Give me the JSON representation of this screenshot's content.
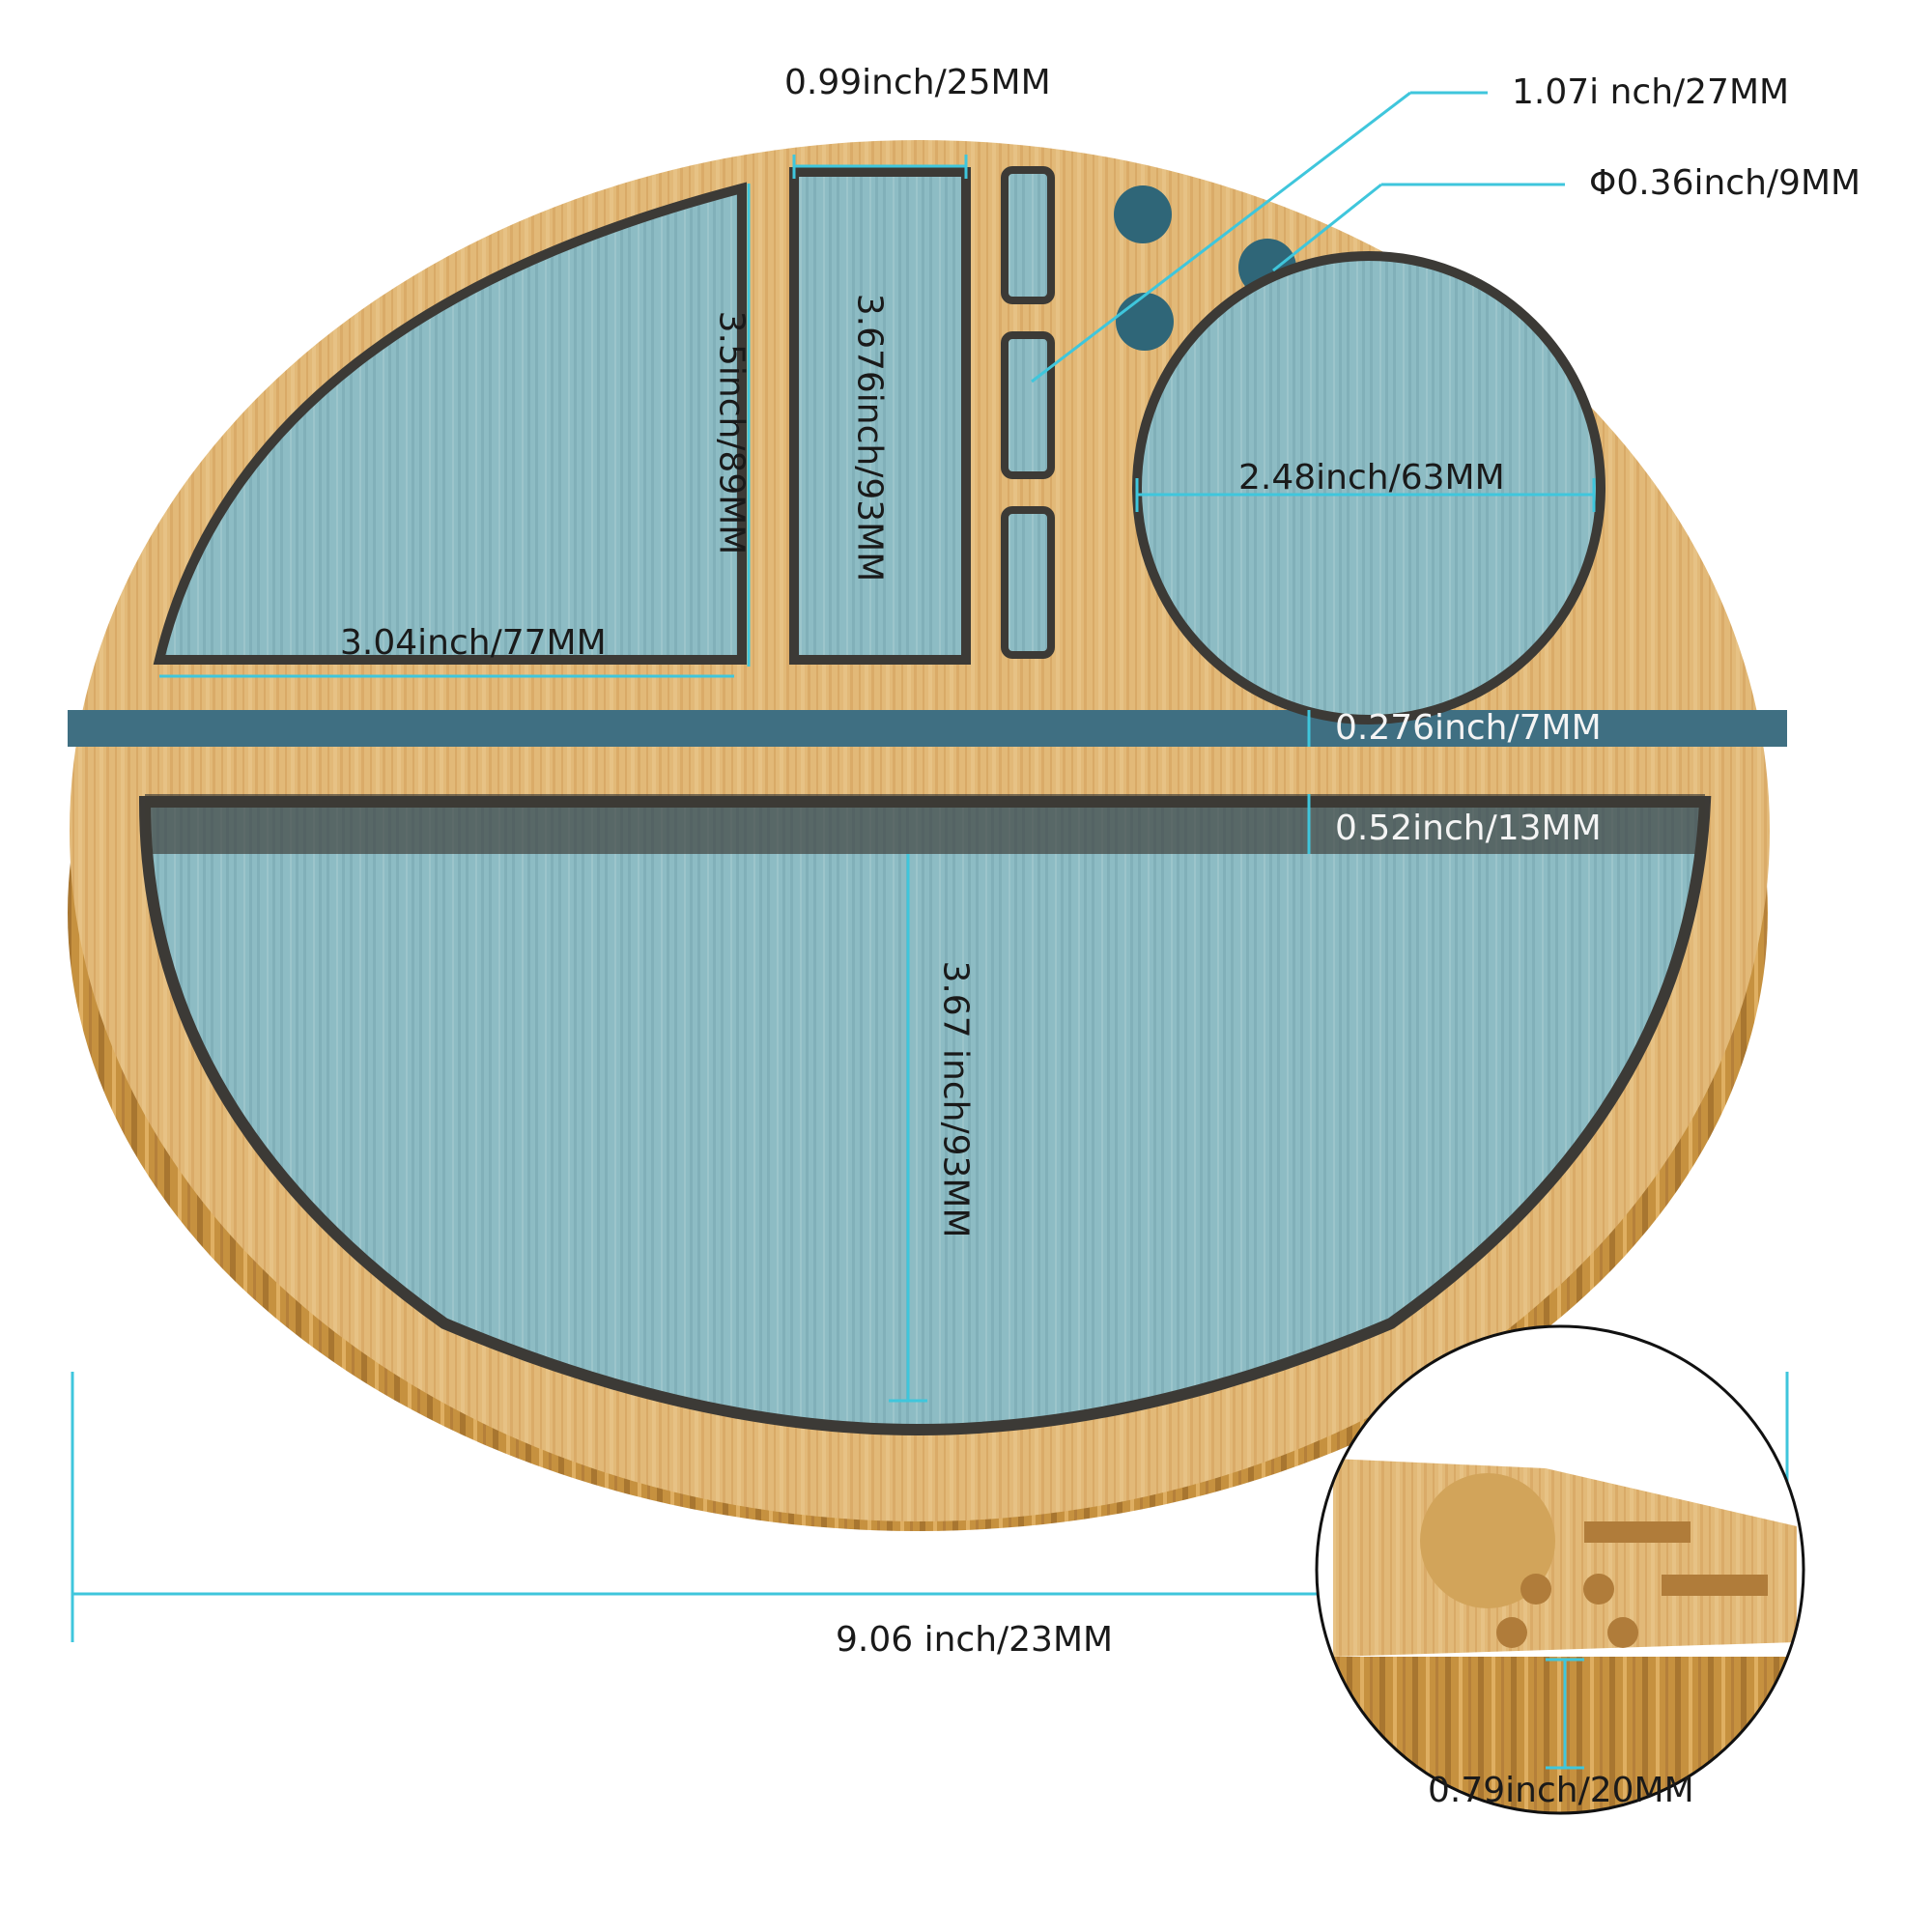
{
  "image": {
    "subject": "Round bamboo rolling tray with compartments, cyan dimension lines",
    "colors": {
      "background": "#ffffff",
      "bamboo_light": "#e4bd7b",
      "bamboo_dark": "#c8954a",
      "compartment_tint": "#86b7c2",
      "dimension_line": "#3fc6dc",
      "text": "#1a1a1a"
    }
  },
  "dimensions": {
    "top_slot_width": "0.99inch/25MM",
    "slot_length": "1.07i nch/27MM",
    "hole_diameter": "Φ0.36inch/9MM",
    "left_compartment_height": "3.5inch/89MM",
    "middle_compartment_height": "3.676inch/93MM",
    "round_compartment_diameter": "2.48inch/63MM",
    "left_compartment_width": "3.04inch/77MM",
    "groove_width": "0.276inch/7MM",
    "rim_width": "0.52inch/13MM",
    "bottom_compartment_height": "3.67 inch/93MM",
    "overall_diameter": "9.06 inch/23MM",
    "thickness": "0.79inch/20MM"
  }
}
